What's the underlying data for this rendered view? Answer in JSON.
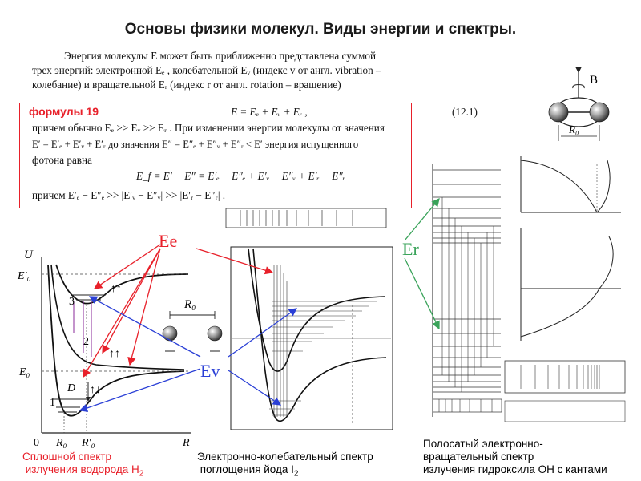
{
  "title": "Основы физики молекул. Виды энергии и спектры.",
  "text": {
    "line1": "Энергия молекулы E может быть приближенно представлена суммой",
    "line2": "трех энергий: электронной Eₑ , колебательной Eᵥ (индекс v от англ. vibration –",
    "line3": "колебание) и вращательной Eᵣ (индекс r от англ. rotation – вращение)",
    "formula_main": "E = Eₑ + Eᵥ + Eᵣ ,",
    "eq_number": "(12.1)",
    "line5": "причем обычно Eₑ >> Eᵥ >> Eᵣ . При изменении энергии молекулы от значения",
    "line6": "E′ = E′ₑ + E′ᵥ + E′ᵣ   до   значения   E″ = E″ₑ + E″ᵥ + E″ᵣ < E′   энергия   испущенного",
    "line7": "фотона равна",
    "formula_photon": "E_f = E′ − E″ = E′ₑ − E″ₑ + E′ᵥ − E″ᵥ + E′ᵣ − E″ᵣ",
    "line9": "причем  E′ₑ − E″ₑ >> |E′ᵥ − E″ᵥ| >> |E′ᵣ − E″ᵣ| ."
  },
  "formulas_label": "формулы 19",
  "labels": {
    "Ee": "Ee",
    "Ev": "Ev",
    "Er": "Er",
    "R0": "R₀",
    "B": "B"
  },
  "hydrogen_plot": {
    "U": "U",
    "E0p": "E′₀",
    "E0": "E₀",
    "zero": "0",
    "R0": "R₀",
    "R0p": "R′₀",
    "R": "R",
    "level1": "1",
    "level2": "2",
    "level3": "3",
    "D": "D",
    "spin1": "↑↑",
    "spin2": "↑↑",
    "spin3": "↑↓"
  },
  "captions": {
    "hydrogen_line1": "Сплошной спектр",
    "hydrogen_line2": " излучения водорода H",
    "hydrogen_sub": "2",
    "iodine_line1": "Электронно-колебательный спектр",
    "iodine_line2": " поглощения йода I",
    "iodine_sub": "2",
    "oh_line1": "Полосатый  электронно-",
    "oh_line2": "вращательный спектр",
    "oh_line3": "излучения гидроксила OH с кантами"
  },
  "colors": {
    "red": "#e8202a",
    "blue": "#2a3fd6",
    "green": "#3aa35a",
    "purple": "#8a2a9a"
  }
}
